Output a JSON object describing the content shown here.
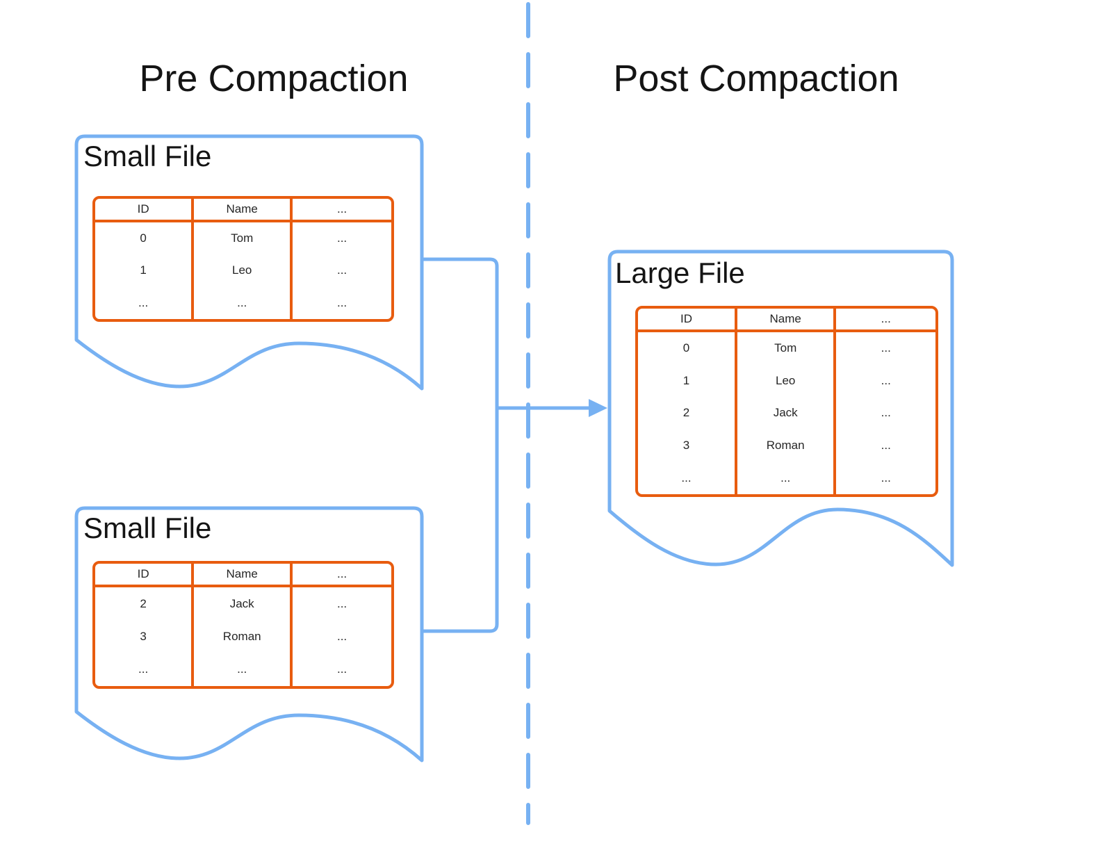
{
  "colors": {
    "accent_blue": "#77B1F2",
    "accent_orange": "#E85C0F",
    "text": "#141414",
    "background": "#FFFFFF"
  },
  "sections": {
    "pre": {
      "title": "Pre Compaction"
    },
    "post": {
      "title": "Post Compaction"
    }
  },
  "diagram": {
    "columns": [
      "ID",
      "Name",
      "..."
    ],
    "files": [
      {
        "label": "Small File",
        "side": "pre",
        "rows": [
          [
            "0",
            "Tom",
            "..."
          ],
          [
            "1",
            "Leo",
            "..."
          ],
          [
            "...",
            "...",
            "..."
          ]
        ]
      },
      {
        "label": "Small File",
        "side": "pre",
        "rows": [
          [
            "2",
            "Jack",
            "..."
          ],
          [
            "3",
            "Roman",
            "..."
          ],
          [
            "...",
            "...",
            "..."
          ]
        ]
      },
      {
        "label": "Large File",
        "side": "post",
        "rows": [
          [
            "0",
            "Tom",
            "..."
          ],
          [
            "1",
            "Leo",
            "..."
          ],
          [
            "2",
            "Jack",
            "..."
          ],
          [
            "3",
            "Roman",
            "..."
          ],
          [
            "...",
            "...",
            "..."
          ]
        ]
      }
    ]
  }
}
